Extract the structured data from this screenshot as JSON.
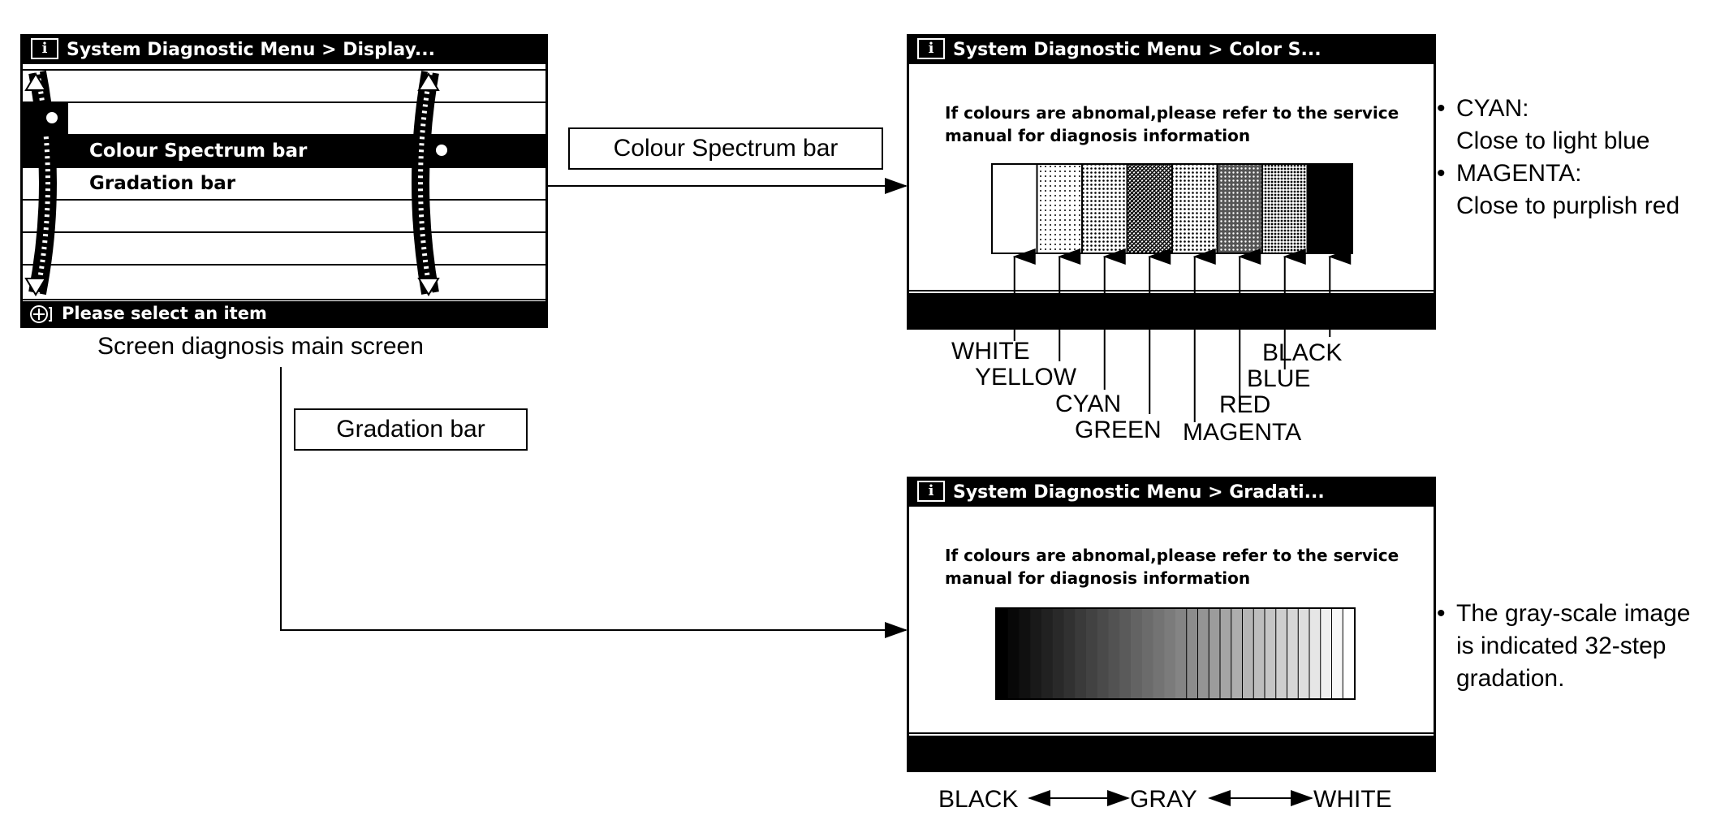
{
  "main_screen": {
    "title": "System Diagnostic Menu > Display...",
    "info_icon": "i",
    "menu_items": [
      "",
      "",
      "Colour Spectrum bar",
      "Gradation bar",
      "",
      "",
      ""
    ],
    "selected_index": 2,
    "status_text": "Please select an item",
    "caption": "Screen diagnosis main screen"
  },
  "links": {
    "colour_label": "Colour Spectrum bar",
    "gradation_label": "Gradation bar"
  },
  "color_screen": {
    "title": "System Diagnostic Menu > Color S...",
    "message_line1": "If colours are abnomal,please refer to the service",
    "message_line2": "manual for diagnosis information",
    "bars": [
      "WHITE",
      "YELLOW",
      "CYAN",
      "GREEN",
      "MAGENTA",
      "RED",
      "BLUE",
      "BLACK"
    ],
    "notes": [
      {
        "heading": "CYAN:",
        "detail": "Close to light blue"
      },
      {
        "heading": "MAGENTA:",
        "detail": "Close to purplish red"
      }
    ]
  },
  "gradation_screen": {
    "title": "System Diagnostic Menu > Gradati...",
    "message_line1": "If colours are abnomal,please refer to the service",
    "message_line2": "manual for diagnosis information",
    "steps": 32,
    "scale_labels": {
      "left": "BLACK",
      "middle": "GRAY",
      "right": "WHITE"
    },
    "note_lines": [
      "The gray-scale image",
      "is indicated 32-step",
      "gradation."
    ]
  },
  "colors": {
    "ink": "#000000",
    "paper": "#ffffff"
  }
}
